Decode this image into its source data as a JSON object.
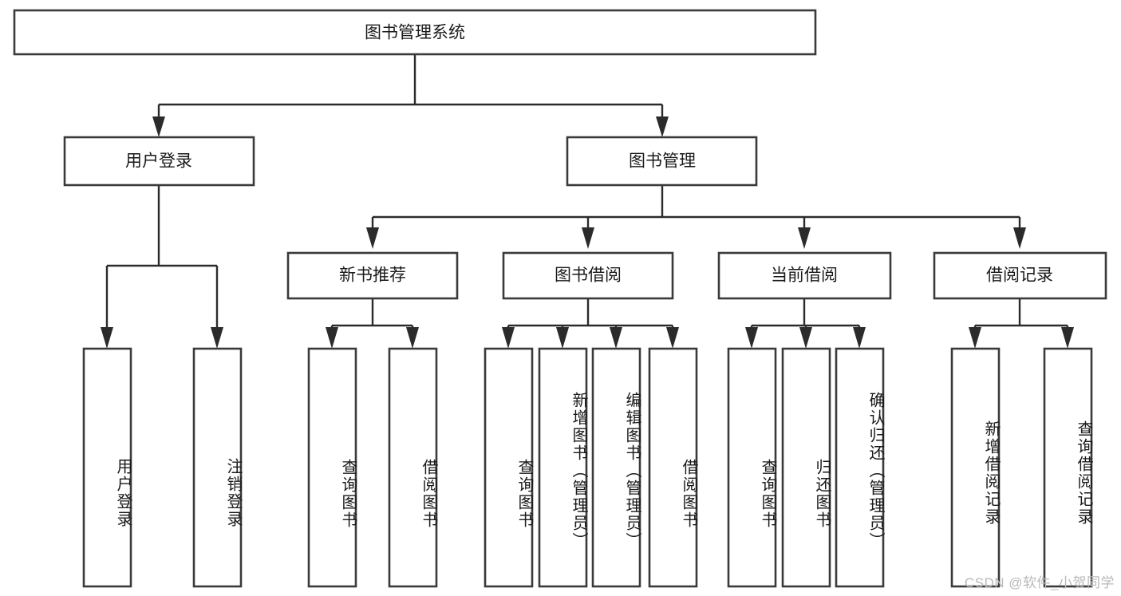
{
  "diagram": {
    "title": "图书管理系统",
    "type": "tree-hierarchy",
    "orientation": "top-down",
    "root": {
      "label": "图书管理系统"
    },
    "level2": [
      {
        "label": "用户登录"
      },
      {
        "label": "图书管理"
      }
    ],
    "level3": [
      {
        "label": "新书推荐"
      },
      {
        "label": "图书借阅"
      },
      {
        "label": "当前借阅"
      },
      {
        "label": "借阅记录"
      }
    ],
    "leaves": {
      "user_login": [
        {
          "label": "用户登录"
        },
        {
          "label": "注销登录"
        }
      ],
      "new_book_recommend": [
        {
          "label": "查询图书"
        },
        {
          "label": "借阅图书"
        }
      ],
      "book_borrow": [
        {
          "label": "查询图书"
        },
        {
          "label": "新增图书（管理员）"
        },
        {
          "label": "编辑图书（管理员）"
        },
        {
          "label": "借阅图书"
        }
      ],
      "current_borrow": [
        {
          "label": "查询图书"
        },
        {
          "label": "归还图书"
        },
        {
          "label": "确认归还（管理员）"
        }
      ],
      "borrow_record": [
        {
          "label": "新增借阅记录"
        },
        {
          "label": "查询借阅记录"
        }
      ]
    },
    "colors": {
      "background": "#ffffff",
      "box_fill": "#ffffff",
      "box_stroke": "#3a3a3a",
      "connector": "#2b2b2b",
      "text": "#1a1a1a",
      "watermark": "#b9b9b9"
    }
  },
  "watermark": {
    "text": "CSDN @软件_小贺同学"
  }
}
